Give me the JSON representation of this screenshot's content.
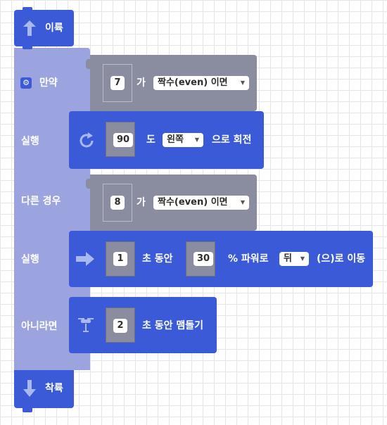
{
  "blocks": {
    "takeoff": {
      "label": "이륙"
    },
    "if_block": {
      "if_label": "만약",
      "then_label_1": "실행",
      "elseif_label": "다른 경우",
      "then_label_2": "실행",
      "else_label": "아니라면"
    },
    "cond1": {
      "value": "7",
      "word": "가",
      "dropdown": "짝수(even) 이면"
    },
    "rotate": {
      "value": "90",
      "word": "도",
      "dropdown": "왼쪽",
      "suffix": "으로 회전"
    },
    "cond2": {
      "value": "8",
      "word": "가",
      "dropdown": "짝수(even) 이면"
    },
    "move": {
      "seconds": "1",
      "word1": "초 동안",
      "power": "30",
      "word2": "% 파워로",
      "dropdown": "뒤",
      "suffix": "(으)로 이동"
    },
    "hover": {
      "seconds": "2",
      "suffix": "초 동안 맴돌기"
    },
    "land": {
      "label": "착륙"
    }
  },
  "colors": {
    "blue": "#3a5ad8",
    "lavender": "#9ca4e0",
    "gray": "#8a8d9f"
  }
}
